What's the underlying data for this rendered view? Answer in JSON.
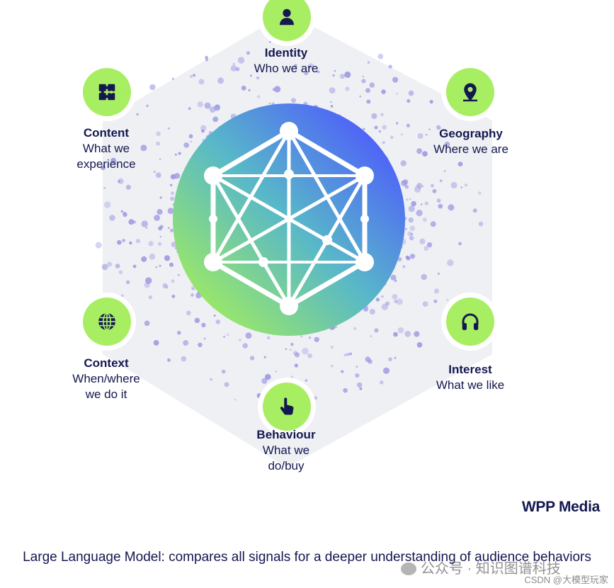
{
  "nodes": [
    {
      "title": "Identity",
      "subtitle": "Who we are",
      "icon": "person-icon"
    },
    {
      "title": "Geography",
      "subtitle": "Where we are",
      "icon": "map-pin-icon"
    },
    {
      "title": "Interest",
      "subtitle": "What we like",
      "icon": "headphones-icon"
    },
    {
      "title": "Behaviour",
      "subtitle": "What we\ndo/buy",
      "icon": "pointer-hand-icon"
    },
    {
      "title": "Context",
      "subtitle": "When/where\nwe do it",
      "icon": "globe-icon"
    },
    {
      "title": "Content",
      "subtitle": "What we\nexperience",
      "icon": "puzzle-icon"
    }
  ],
  "brand": "WPP Media",
  "caption": "Large Language Model: compares all signals for a deeper understanding of audience behaviors",
  "watermark": {
    "primary": "公众号 · 知识图谱科技",
    "secondary": "CSDN @大模型玩家"
  },
  "colors": {
    "node_fill": "#a8ee62",
    "text": "#141850",
    "hexagon_bg": "#eff0f4",
    "gradient_green": "#a3ee5c",
    "gradient_blue": "#4f66f6",
    "dots": "#9a96e2"
  }
}
